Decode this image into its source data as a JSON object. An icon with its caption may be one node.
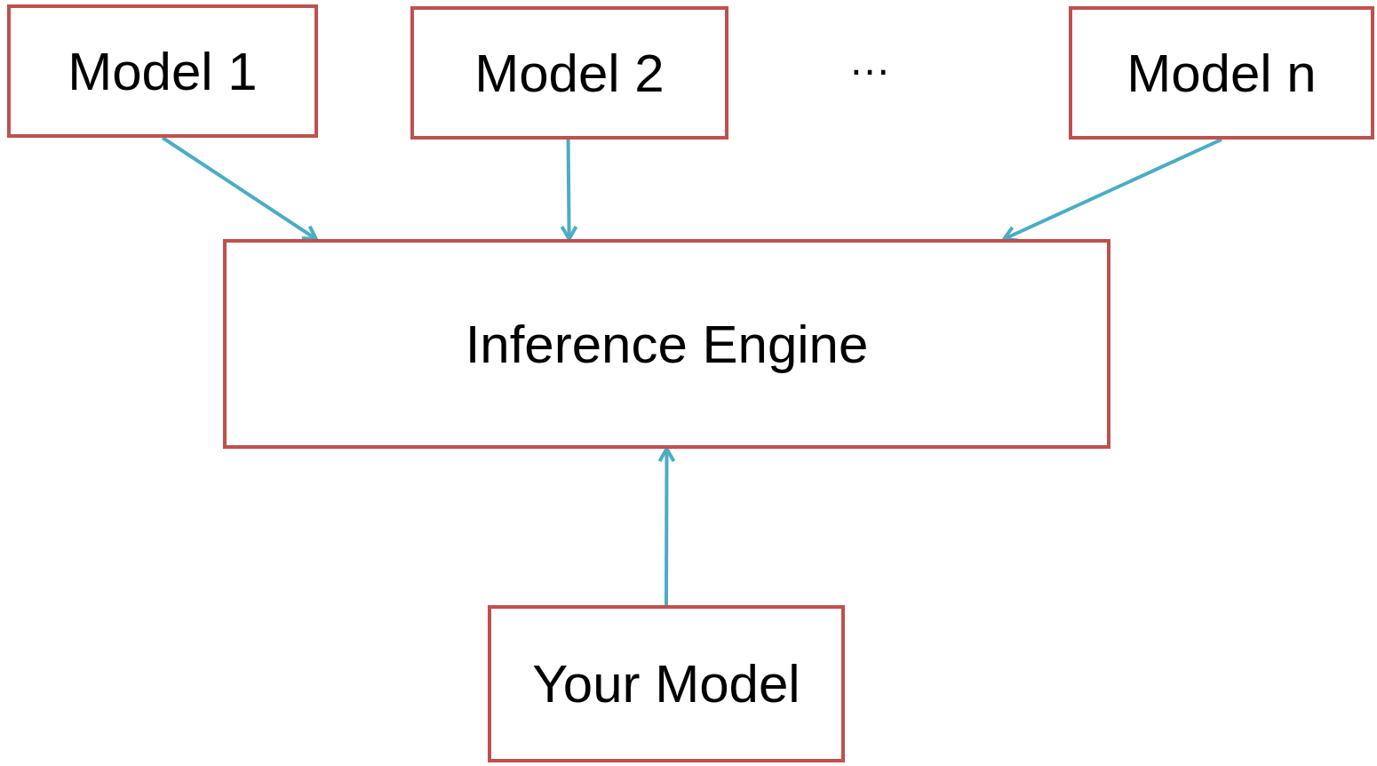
{
  "diagram": {
    "nodes": [
      {
        "text": [
          "Model 1"
        ]
      },
      {
        "text": [
          "Model 2"
        ]
      },
      {
        "text": [
          "Model n"
        ]
      },
      {
        "text": [
          "Inference Engine"
        ]
      },
      {
        "text": [
          "Your Model"
        ]
      }
    ],
    "edges": [
      {
        "from": 0,
        "to": 3,
        "arrow": "to"
      },
      {
        "from": 1,
        "to": 3,
        "arrow": "to"
      },
      {
        "from": 2,
        "to": 3,
        "arrow": "to"
      },
      {
        "from": 4,
        "to": 3,
        "arrow": "to"
      }
    ],
    "labels": [
      "…"
    ]
  }
}
